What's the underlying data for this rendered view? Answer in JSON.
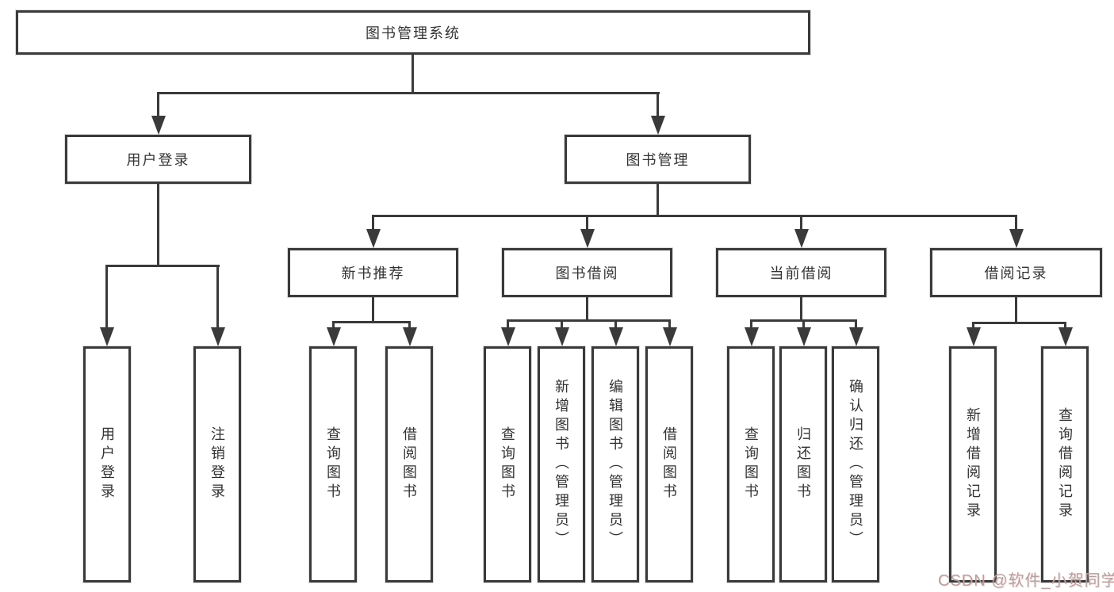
{
  "diagram": {
    "root": "图书管理系统",
    "level2": [
      "用户登录",
      "图书管理"
    ],
    "level3": [
      "新书推荐",
      "图书借阅",
      "当前借阅",
      "借阅记录"
    ],
    "leaves": [
      "用户登录",
      "注销登录",
      "查询图书",
      "借阅图书",
      "查询图书",
      "新增图书（管理员）",
      "编辑图书（管理员）",
      "借阅图书",
      "查询图书",
      "归还图书",
      "确认归还（管理员）",
      "新增借阅记录",
      "查询借阅记录"
    ]
  },
  "watermark": {
    "text": "CSDN @软件_小贺同学"
  },
  "colors": {
    "line": "#3a3a3a",
    "text": "#333333",
    "background": "#ffffff",
    "watermark_text": "#b3a3a3"
  }
}
